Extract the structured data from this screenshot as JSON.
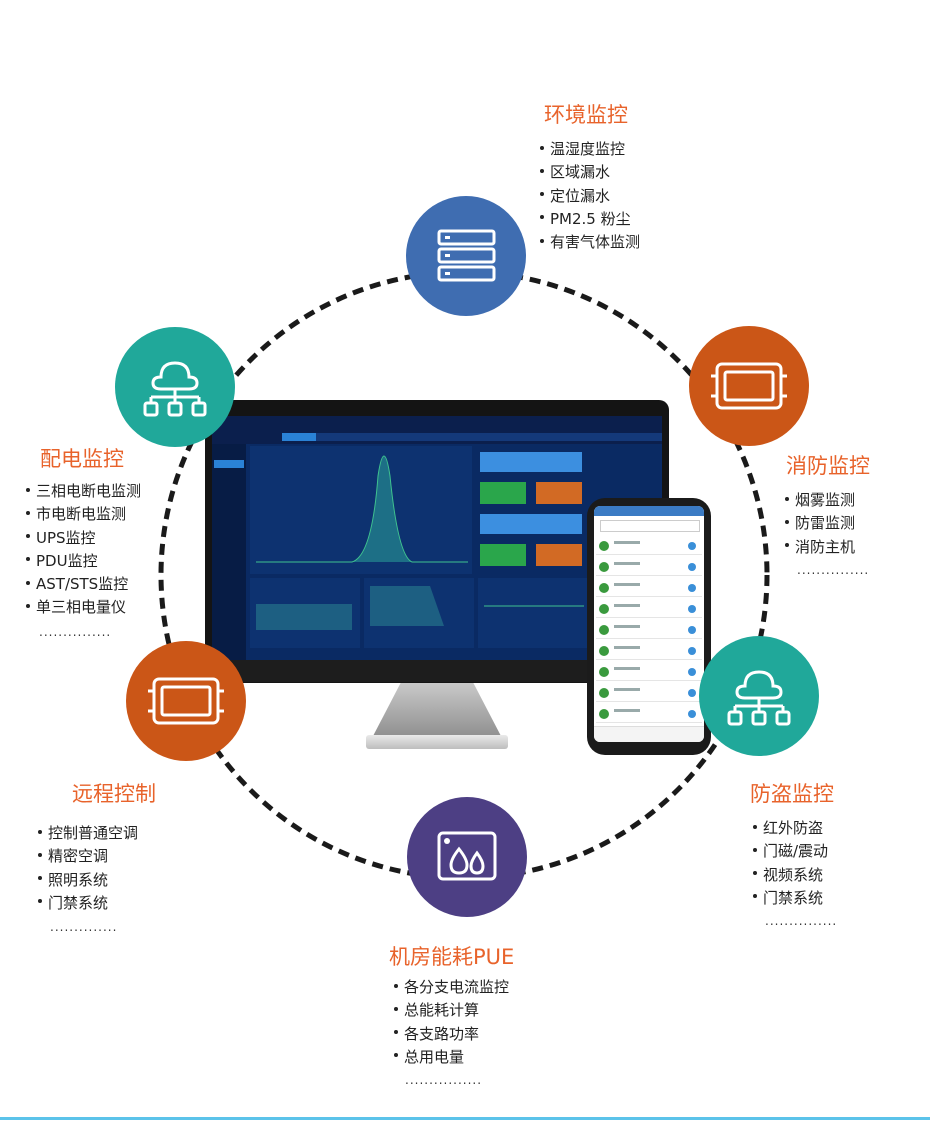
{
  "sections": [
    {
      "id": "env",
      "title": "环境监控",
      "items": [
        "温湿度监控",
        "区域漏水",
        "定位漏水",
        "PM2.5 粉尘",
        "有害气体监测"
      ],
      "ellipsis": "",
      "icon": "server-icon",
      "color": "#3f6db1"
    },
    {
      "id": "fire",
      "title": "消防监控",
      "items": [
        "烟雾监测",
        "防雷监测",
        "消防主机"
      ],
      "ellipsis": "...............",
      "icon": "panel-icon",
      "color": "#cb5617"
    },
    {
      "id": "theft",
      "title": "防盗监控",
      "items": [
        "红外防盗",
        "门磁/震动",
        "视频系统",
        "门禁系统"
      ],
      "ellipsis": "...............",
      "icon": "network-cloud-icon",
      "color": "#20a89a"
    },
    {
      "id": "pue",
      "title": "机房能耗PUE",
      "items": [
        "各分支电流监控",
        "总能耗计算",
        "各支路功率",
        "总用电量"
      ],
      "ellipsis": "................",
      "icon": "water-drops-icon",
      "color": "#4d3f84"
    },
    {
      "id": "remote",
      "title": "远程控制",
      "items": [
        "控制普通空调",
        "精密空调",
        "照明系统",
        "门禁系统"
      ],
      "ellipsis": "..............",
      "icon": "panel-icon",
      "color": "#cb5617"
    },
    {
      "id": "power",
      "title": "配电监控",
      "items": [
        "三相电断电监测",
        "市电断电监测",
        "UPS监控",
        "PDU监控",
        "AST/STS监控",
        "单三相电量仪"
      ],
      "ellipsis": "...............",
      "icon": "network-cloud-icon",
      "color": "#20a89a"
    }
  ],
  "colors": {
    "title": "#e8632b",
    "ring": "#222222",
    "accent_line": "#5bc3ea"
  }
}
